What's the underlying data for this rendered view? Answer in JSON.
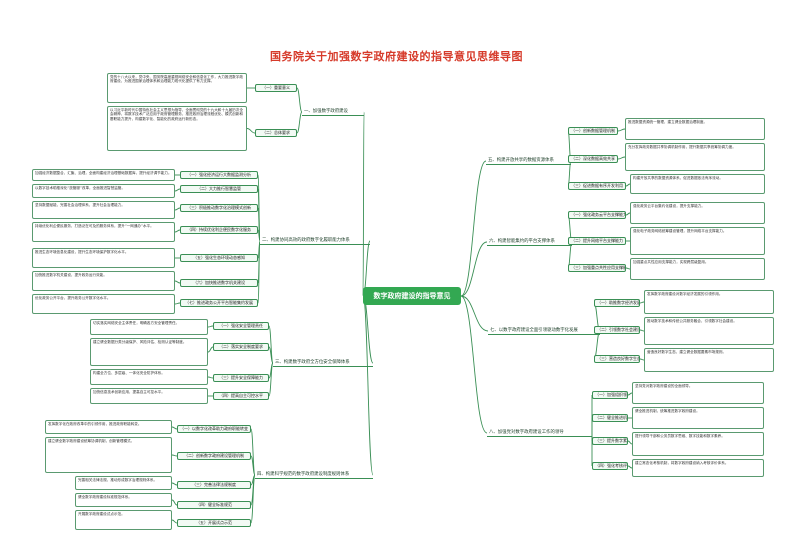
{
  "title": "国务院关于加强数字政府建设的指导意见思维导图",
  "center": "数字政府建设的指导意见",
  "colors": {
    "title": "#d63a2a",
    "line": "#3a8f55",
    "center": "#33a852"
  },
  "branches": {
    "b1": "一、加强数字政府建设",
    "b2": "二、构建协同高效的政府数字化履职能力体系",
    "b3": "三、构建数字政府全方位安全保障体系",
    "b4": "四、构建科学规范的数字政府建设制度规则体系",
    "b5": "五、构建开放共享的数据资源体系",
    "b6": "六、构建智能集约的平台支撑体系",
    "b7": "七、以数字政府建设全面引领驱动数字化发展",
    "b8": "八、加强党对数字政府建设工作的领导"
  },
  "subs": {
    "s1a": "（一）重要意义",
    "s1b": "（二）总体要求",
    "s2a": "（一）强化经济运行大数据监测分析",
    "s2b": "（二）大力推行智慧监管",
    "s2c": "（三）积极推动数字化治理模式创新",
    "s2d": "（四）持续优化利企便民数字化服务",
    "s2e": "（五）强化生态环境动态感知",
    "s2f": "（六）加快推进数字机关建设",
    "s2g": "（七）推进政务公开平台智能集约发展",
    "s3a": "（一）强化安全管理责任",
    "s3b": "（二）落实安全制度要求",
    "s3c": "（三）提升安全保障能力",
    "s3d": "（四）提高自主可控水平",
    "s4a": "（一）以数字化改革助力政府职能转变",
    "s4b": "（二）创新数字政府建设管理机制",
    "s4c": "（三）完善法律法规制度",
    "s4d": "（四）健全标准规范",
    "s4e": "（五）开展试点示范",
    "s5a": "（一）创新数据管理机制",
    "s5b": "（二）深化数据高效共享",
    "s5c": "（三）促进数据有序开发利用",
    "s6a": "（一）强化政务云平台支撑能力",
    "s6b": "（二）提升网络平台支撑能力",
    "s6c": "（三）加强重点共性应用支撑能力",
    "s7a": "（一）助推数字经济发展",
    "s7b": "（二）引领数字社会建设",
    "s7c": "（三）营造良好数字生态",
    "s8a": "（一）加强组织领导",
    "s8b": "（二）健全推进机制",
    "s8c": "（三）提升数字素养",
    "s8d": "（四）强化考核评估"
  },
  "leaves": {
    "l1a": "党的十八大以来，党中央、国务院高度重视网络安全和信息化工作，大力推进数字政府建设，为推进国家治理体系和治理能力现代化提供了有力支撑。",
    "l1b": "以习近平新时代中国特色社会主义思想为指导，全面贯彻党的十九大和十九届历次全会精神，将数字技术广泛应用于政府管理服务，推进政府治理流程优化、模式创新和履职能力提升，构建数字化、智能化的政府运行新形态。",
    "l2a": "加强经济数据整合、汇聚、治理，全面构建经济治理基础数据库，提升经济调节能力。",
    "l2b": "以数字技术助推深化“放管服”改革，全面推进智慧监管。",
    "l2c": "坚持数据赋能，完善社会治理体系，提升社会治理能力。",
    "l2d": "持续优化利企便民服务，打造泛在可及的服务体系，提升“一网通办”水平。",
    "l2e": "推进生态环境信息化建设，提升生态环境保护数字化水平。",
    "l2f": "加快推进数字机关建设，提升政务运行效能。",
    "l2g": "优化政务公开平台，提升政务公开数字化水平。",
    "l3a": "切实落实网络安全主体责任，明确各方安全管理责任。",
    "l3b": "建立健全数据分类分级保护、风险评估、检测认证等制度。",
    "l3c": "构建全方位、多层级、一体化安全防护体系。",
    "l3d": "加快信息技术创新应用，提高自主可控水平。",
    "l4a": "发挥数字化在政府改革中的引领作用，推进政府职能转变。",
    "l4b": "建立健全数字政府建设统筹协调机制，创新管理模式。",
    "l4c": "完善相关法律法规，推动形成数字治理规则体系。",
    "l4d": "健全数字政府建设标准规范体系。",
    "l4e": "开展数字政府建设试点示范。",
    "l5a": "推进数据资源统一管理，建立健全数据治理制度。",
    "l5b": "充分发挥政务数据共享协调机制作用，提升数据共享统筹协调力度。",
    "l5c": "构建开放共享的数据资源体系，促进数据依法有序流动。",
    "l6a": "强化政务云平台集约化建设，提升支撑能力。",
    "l6b": "强化电子政务网络统筹建设管理，提升网络平台支撑能力。",
    "l6c": "加强重点共性应用支撑能力，实现跨层级复用。",
    "l7a": "发挥数字政府建设对数字经济发展的引领作用。",
    "l7b": "推动数字技术和传统公共服务融合，引领数字社会建设。",
    "l7c": "营造良好数字生态，建立健全数据要素市场规则。",
    "l8a": "坚持党对数字政府建设的全面领导。",
    "l8b": "健全推进机制，统筹推进数字政府建设。",
    "l8c": "提升领导干部和公务员数字思维、数字技能和数字素养。",
    "l8d": "建立常态化考核机制，将数字政府建设纳入考核评价体系。"
  }
}
